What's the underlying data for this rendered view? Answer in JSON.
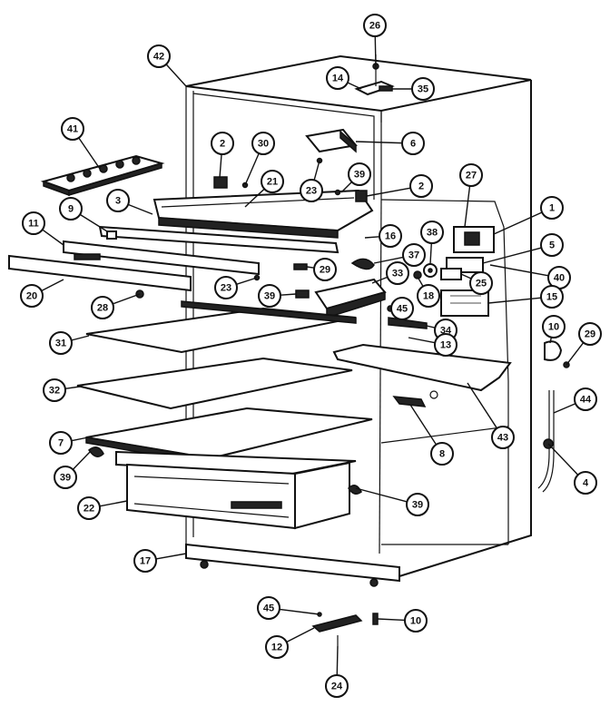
{
  "callouts": [
    {
      "id": "c26",
      "label": "26"
    },
    {
      "id": "c42",
      "label": "42"
    },
    {
      "id": "c14",
      "label": "14"
    },
    {
      "id": "c35",
      "label": "35"
    },
    {
      "id": "c41",
      "label": "41"
    },
    {
      "id": "c2a",
      "label": "2"
    },
    {
      "id": "c30a",
      "label": "30"
    },
    {
      "id": "c6",
      "label": "6"
    },
    {
      "id": "c23a",
      "label": "23"
    },
    {
      "id": "c39a",
      "label": "39"
    },
    {
      "id": "c2b",
      "label": "2"
    },
    {
      "id": "c27",
      "label": "27"
    },
    {
      "id": "c3",
      "label": "3"
    },
    {
      "id": "c21",
      "label": "21"
    },
    {
      "id": "c1",
      "label": "1"
    },
    {
      "id": "c9",
      "label": "9"
    },
    {
      "id": "c11",
      "label": "11"
    },
    {
      "id": "c16a",
      "label": "16"
    },
    {
      "id": "c38",
      "label": "38"
    },
    {
      "id": "c5",
      "label": "5"
    },
    {
      "id": "c37",
      "label": "37"
    },
    {
      "id": "c40",
      "label": "40"
    },
    {
      "id": "c29a",
      "label": "29"
    },
    {
      "id": "c33",
      "label": "33"
    },
    {
      "id": "c25",
      "label": "25"
    },
    {
      "id": "c20",
      "label": "20"
    },
    {
      "id": "c23b",
      "label": "23"
    },
    {
      "id": "c28",
      "label": "28"
    },
    {
      "id": "c39b",
      "label": "39"
    },
    {
      "id": "c18",
      "label": "18"
    },
    {
      "id": "c15",
      "label": "15"
    },
    {
      "id": "c45a",
      "label": "45"
    },
    {
      "id": "c34",
      "label": "34"
    },
    {
      "id": "c31",
      "label": "31"
    },
    {
      "id": "c10a",
      "label": "10"
    },
    {
      "id": "c29b",
      "label": "29"
    },
    {
      "id": "c13",
      "label": "13"
    },
    {
      "id": "c32",
      "label": "32"
    },
    {
      "id": "c44",
      "label": "44"
    },
    {
      "id": "c7",
      "label": "7"
    },
    {
      "id": "c8",
      "label": "8"
    },
    {
      "id": "c43",
      "label": "43"
    },
    {
      "id": "c4",
      "label": "4"
    },
    {
      "id": "c39c",
      "label": "39"
    },
    {
      "id": "c22",
      "label": "22"
    },
    {
      "id": "c39d",
      "label": "39"
    },
    {
      "id": "c17",
      "label": "17"
    },
    {
      "id": "c45b",
      "label": "45"
    },
    {
      "id": "c10b",
      "label": "10"
    },
    {
      "id": "c12",
      "label": "12"
    },
    {
      "id": "c24",
      "label": "24"
    }
  ]
}
